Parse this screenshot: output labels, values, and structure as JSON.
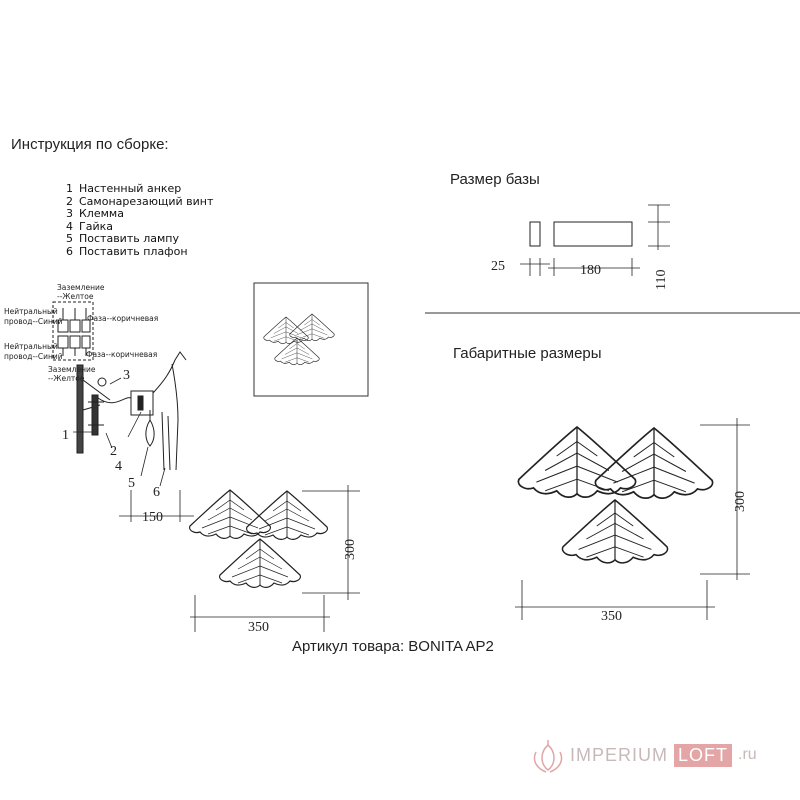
{
  "assembly_title": "Инструкция по сборке:",
  "steps": [
    {
      "num": "1",
      "text": "Настенный анкер"
    },
    {
      "num": "2",
      "text": "Самонарезающий винт"
    },
    {
      "num": "3",
      "text": "Клемма"
    },
    {
      "num": "4",
      "text": "Гайка"
    },
    {
      "num": "5",
      "text": "Поставить лампу"
    },
    {
      "num": "6",
      "text": "Поставить плафон"
    }
  ],
  "wiring": {
    "ground_top_1": "Заземление",
    "ground_top_2": "--Желтое",
    "neutral_1a": "Нейтральный",
    "neutral_1b": "провод--Синий",
    "phase_1": "Фаза--коричневая",
    "neutral_2a": "Нейтральный",
    "neutral_2b": "провод--Синий",
    "phase_2": "Фаза--коричневая",
    "ground_bottom_1": "Заземление",
    "ground_bottom_2": "--Желтое"
  },
  "callouts": [
    "1",
    "2",
    "3",
    "4",
    "5",
    "6"
  ],
  "side_dims": {
    "depth": "150",
    "width": "350",
    "height": "300"
  },
  "base_title": "Размер базы",
  "base_dims": {
    "depth": "25",
    "width": "180",
    "height": "110"
  },
  "overall_title": "Габаритные размеры",
  "overall_dims": {
    "width": "350",
    "height": "300"
  },
  "article": "Артикул товара: BONITA AP2",
  "watermark": {
    "brand": "IMPERIUM",
    "loft": "LOFT",
    "tld": ".ru"
  }
}
